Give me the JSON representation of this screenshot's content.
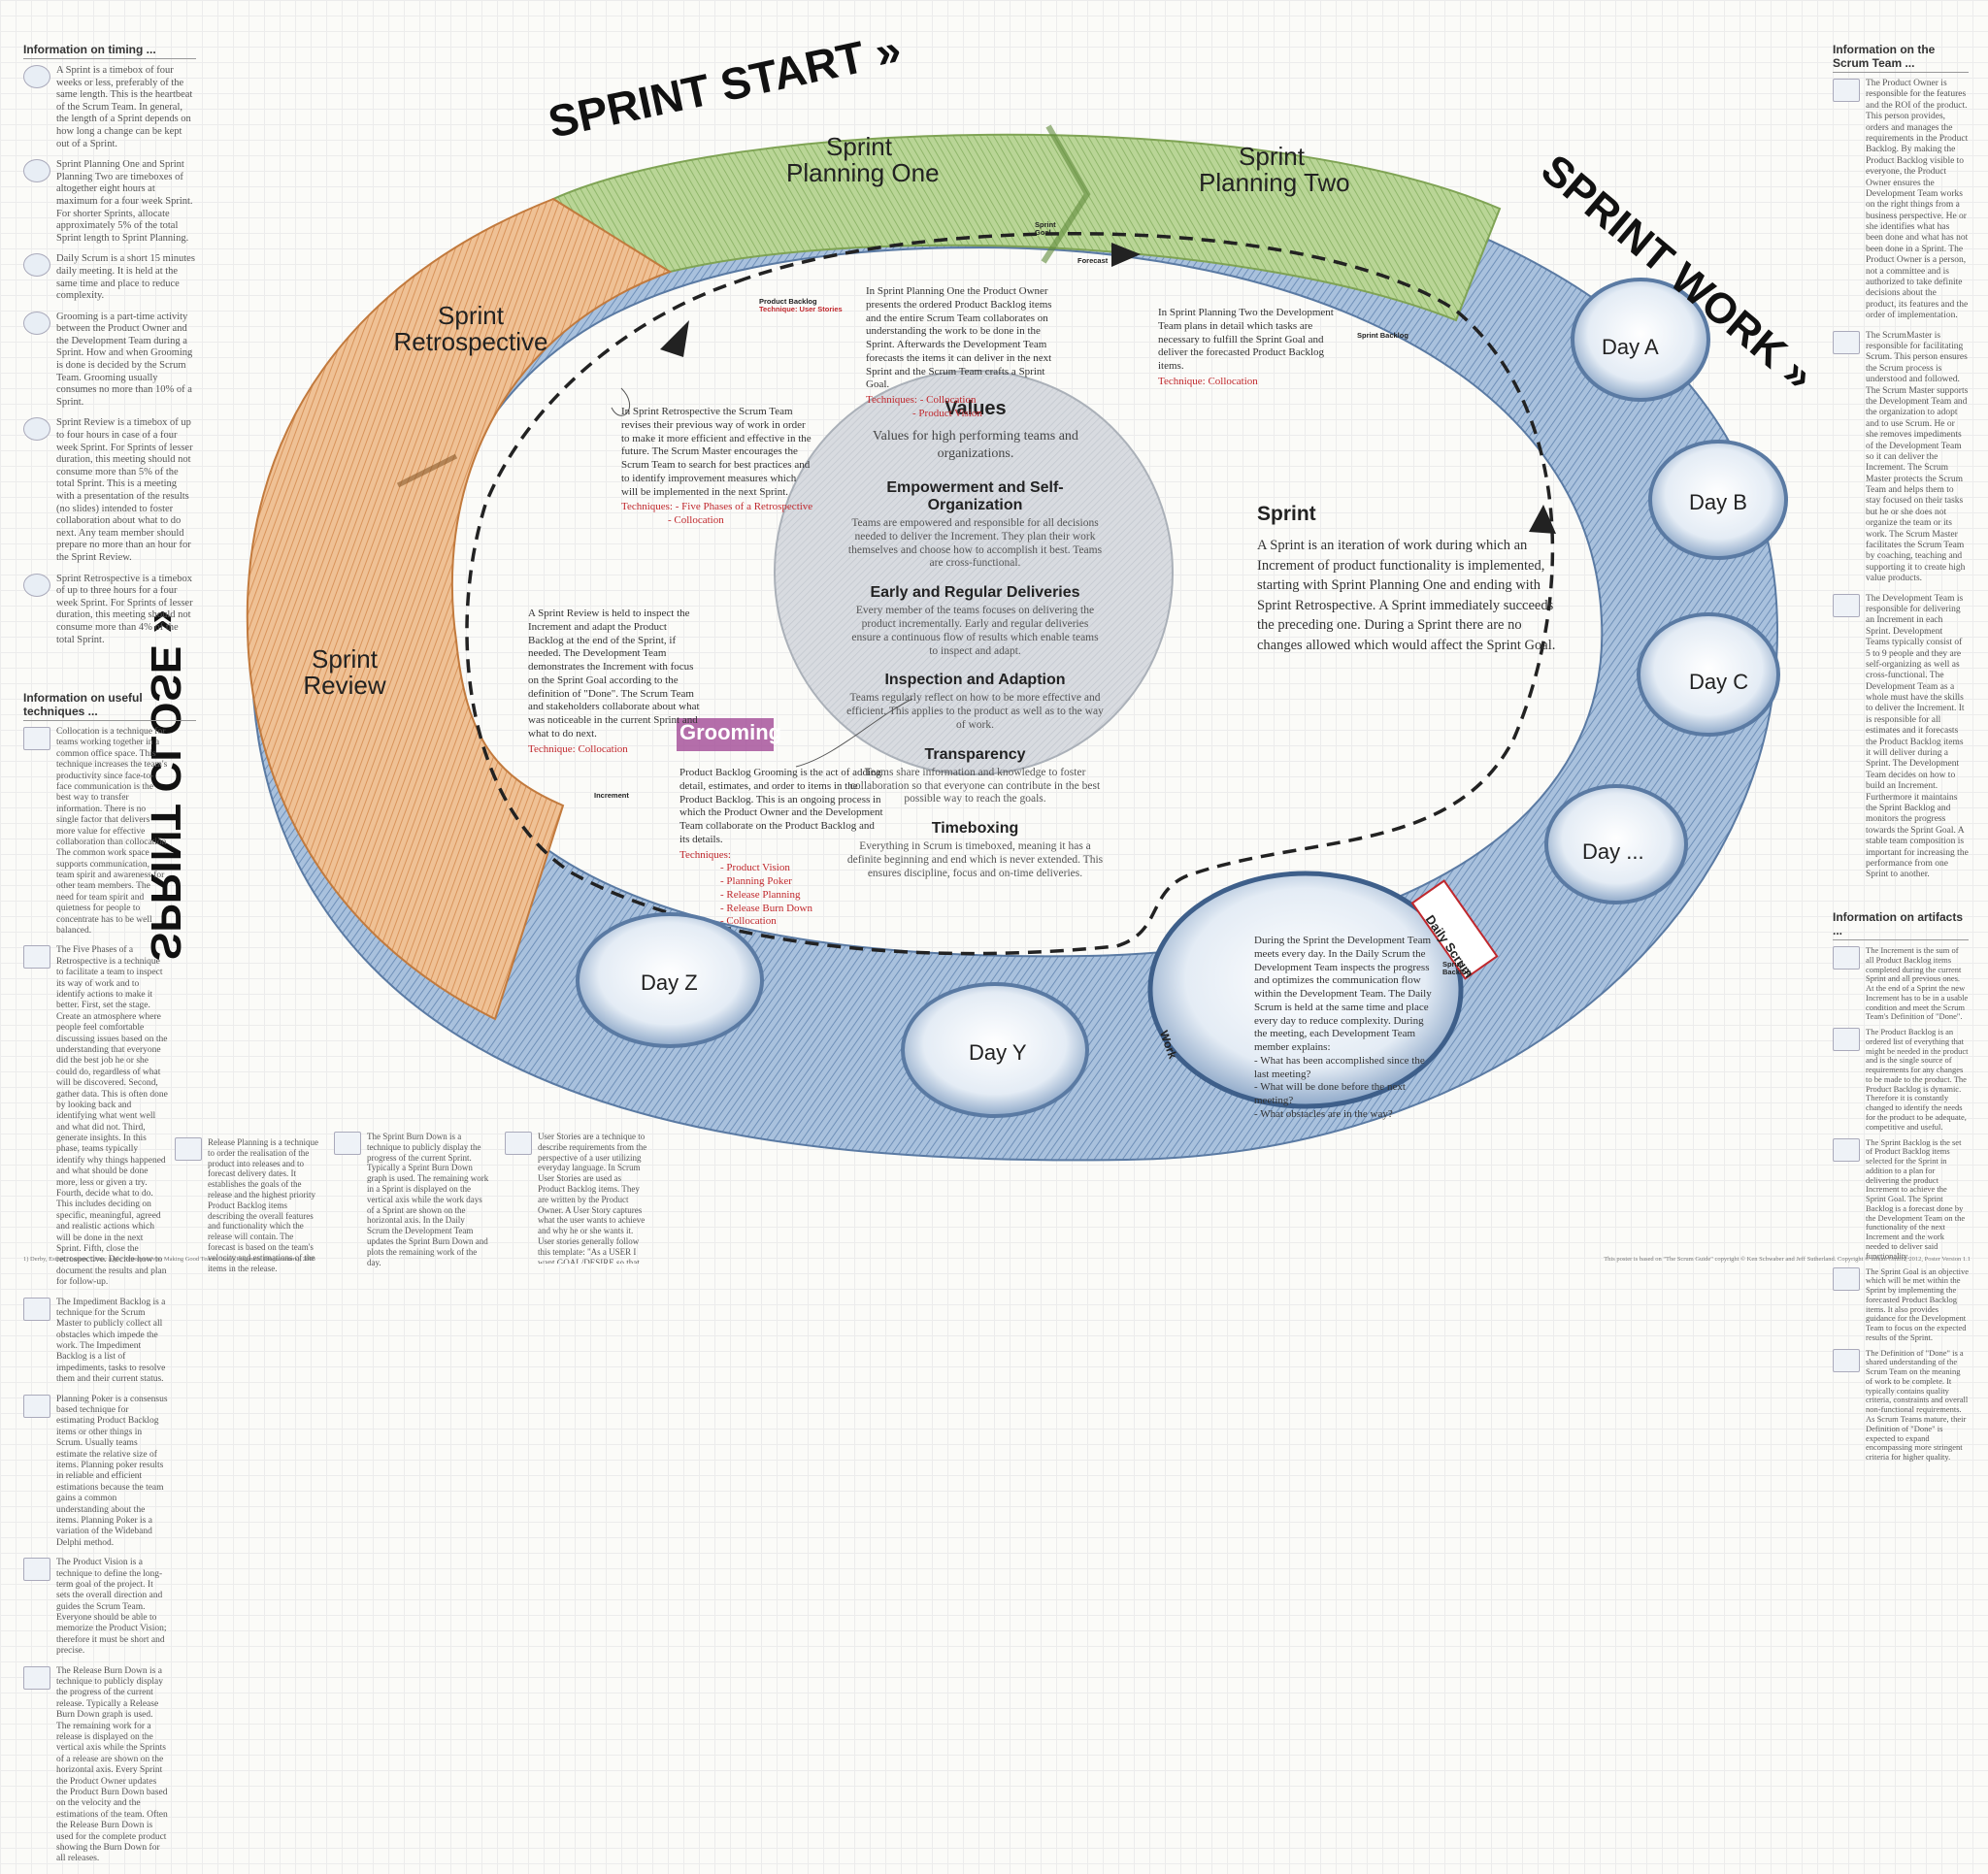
{
  "phases": {
    "sprint_start": "SPRINT START »",
    "sprint_work": "SPRINT WORK »",
    "sprint_close": "SPRINT CLOSE »",
    "planning_one": "Sprint\nPlanning One",
    "planning_two": "Sprint\nPlanning Two",
    "retrospective": "Sprint\nRetrospective",
    "review": "Sprint\nReview",
    "grooming": "Grooming"
  },
  "days": [
    "Day A",
    "Day B",
    "Day C",
    "Day ...",
    "Day Y",
    "Day Z"
  ],
  "small_labels": {
    "product_backlog": "Product Backlog",
    "technique_user_stories": "Technique: User Stories",
    "sprint_goal": "Sprint Goal",
    "forecast": "Forecast",
    "sprint_backlog": "Sprint Backlog",
    "sprint_backlog_2": "Sprint Backlog",
    "increment": "Increment",
    "daily_scrum": "Daily Scrum",
    "work": "Work"
  },
  "values": {
    "heading": "Values",
    "sub": "Values for high performing teams and organizations.",
    "items": [
      {
        "title": "Empowerment and Self-Organization",
        "text": "Teams are empowered and responsible for all decisions needed to deliver the Increment. They plan their work themselves and choose how to accomplish it best. Teams are cross-functional."
      },
      {
        "title": "Early and Regular Deliveries",
        "text": "Every member of the teams focuses on delivering the product incrementally. Early and regular deliveries ensure a continuous flow of results which enable teams to inspect and adapt."
      },
      {
        "title": "Inspection and Adaption",
        "text": "Teams regularly reflect on how to be more effective and efficient. This applies to the product as well as to the way of work."
      },
      {
        "title": "Transparency",
        "text": "Teams share information and knowledge to foster collaboration so that everyone can contribute in the best possible way to reach the goals."
      },
      {
        "title": "Timeboxing",
        "text": "Everything in Scrum is timeboxed, meaning it has a definite beginning and end which is never extended. This ensures discipline, focus and on-time deliveries."
      }
    ]
  },
  "sprint": {
    "title": "Sprint",
    "text": "A Sprint is an iteration of work during which an Increment of product functionality is implemented, starting with Sprint Planning One and ending with Sprint Retrospective. A Sprint immediately succeeds the preceding one. During a Sprint there are no changes allowed which would affect the Sprint Goal."
  },
  "annotations": {
    "planning_one": {
      "title": "Sprint Planning One",
      "text": "In Sprint Planning One the Product Owner presents the ordered Product Backlog items and the entire Scrum Team collaborates on understanding the work to be done in the Sprint. Afterwards the Development Team forecasts the items it can deliver in the next Sprint and the Scrum Team crafts a Sprint Goal.",
      "tech_label": "Techniques:",
      "techniques": [
        "- Collocation",
        "- Product Vision"
      ]
    },
    "planning_two": {
      "title": "Sprint Planning Two",
      "text": "In Sprint Planning Two the Development Team plans in detail which tasks are necessary to fulfill the Sprint Goal and deliver the forecasted Product Backlog items.",
      "tech_label": "Technique:",
      "techniques": [
        "Collocation"
      ]
    },
    "retrospective": {
      "title": "Sprint Retrospective",
      "text": "In Sprint Retrospective the Scrum Team revises their previous way of work in order to make it more efficient and effective in the future. The Scrum Master encourages the Scrum Team to search for best practices and to identify improvement measures which will be implemented in the next Sprint.",
      "tech_label": "Techniques:",
      "techniques": [
        "- Five Phases of a Retrospective",
        "- Collocation"
      ]
    },
    "review": {
      "title": "Sprint Review",
      "text": "A Sprint Review is held to inspect the Increment and adapt the Product Backlog at the end of the Sprint, if needed. The Development Team demonstrates the Increment with focus on the Sprint Goal according to the definition of \"Done\". The Scrum Team and stakeholders collaborate about what was noticeable in the current Sprint and what to do next.",
      "tech_label": "Technique:",
      "techniques": [
        "Collocation"
      ]
    },
    "grooming": {
      "title": "Product Backlog Grooming",
      "text": "Product Backlog Grooming is the act of adding detail, estimates, and order to items in the Product Backlog. This is an ongoing process in which the Product Owner and the Development Team collaborate on the Product Backlog and its details.",
      "tech_label": "Techniques:",
      "techniques": [
        "- Product Vision",
        "- Planning Poker",
        "- Release Planning",
        "- Release Burn Down",
        "- Collocation"
      ]
    },
    "daily_scrum": {
      "text": "During the Sprint the Development Team meets every day. In the Daily Scrum the Development Team inspects the progress and optimizes the communication flow within the Development Team. The Daily Scrum is held at the same time and place every day to reduce complexity. During the meeting, each Development Team member explains:",
      "bullets": [
        "- What has been accomplished since the last meeting?",
        "- What will be done before the next meeting?",
        "- What obstacles are in the way?"
      ]
    }
  },
  "left_timing": {
    "heading": "Information on timing ...",
    "items": [
      "A Sprint is a timebox of four weeks or less, preferably of the same length. This is the heartbeat of the Scrum Team. In general, the length of a Sprint depends on how long a change can be kept out of a Sprint.",
      "Sprint Planning One and Sprint Planning Two are timeboxes of altogether eight hours at maximum for a four week Sprint. For shorter Sprints, allocate approximately 5% of the total Sprint length to Sprint Planning.",
      "Daily Scrum is a short 15 minutes daily meeting. It is held at the same time and place to reduce complexity.",
      "Grooming is a part-time activity between the Product Owner and the Development Team during a Sprint. How and when Grooming is done is decided by the Scrum Team. Grooming usually consumes no more than 10% of a Sprint.",
      "Sprint Review is a timebox of up to four hours in case of a four week Sprint. For Sprints of lesser duration, this meeting should not consume more than 5% of the total Sprint. This is a meeting with a presentation of the results (no slides) intended to foster collaboration about what to do next. Any team member should prepare no more than an hour for the Sprint Review.",
      "Sprint Retrospective is a timebox of up to three hours for a four week Sprint. For Sprints of lesser duration, this meeting should not consume more than 4% of the total Sprint."
    ]
  },
  "left_techniques": {
    "heading": "Information on useful techniques ...",
    "items": [
      "Collocation is a technique for teams working together in a common office space. This technique increases the team's productivity since face-to-face communication is the best way to transfer information. There is no single factor that delivers more value for effective collaboration than collocation. The common work space supports communication, team spirit and awareness for other team members. The need for team spirit and quietness for people to concentrate has to be well balanced.",
      "The Five Phases of a Retrospective is a technique to facilitate a team to inspect its way of work and to identify actions to make it better. First, set the stage. Create an atmosphere where people feel comfortable discussing issues based on the understanding that everyone did the best job he or she could do, regardless of what will be discovered. Second, gather data. This is often done by looking back and identifying what went well and what did not. Third, generate insights. In this phase, teams typically identify why things happened and what should be done more, less or given a try. Fourth, decide what to do. This includes deciding on specific, meaningful, agreed and realistic actions which will be done in the next Sprint. Fifth, close the retrospective. Decide how to document the results and plan for follow-up.",
      "The Impediment Backlog is a technique for the Scrum Master to publicly collect all obstacles which impede the work. The Impediment Backlog is a list of impediments, tasks to resolve them and their current status.",
      "Planning Poker is a consensus based technique for estimating Product Backlog items or other things in Scrum. Usually teams estimate the relative size of items. Planning poker results in reliable and efficient estimations because the team gains a common understanding about the items. Planning Poker is a variation of the Wideband Delphi method.",
      "The Product Vision is a technique to define the long-term goal of the project. It sets the overall direction and guides the Scrum Team. Everyone should be able to memorize the Product Vision; therefore it must be short and precise.",
      "The Release Burn Down is a technique to publicly display the progress of the current release. Typically a Release Burn Down graph is used. The remaining work for a release is displayed on the vertical axis while the Sprints of a release are shown on the horizontal axis. Every Sprint the Product Owner updates the Product Burn Down based on the velocity and the estimations of the team. Often the Release Burn Down is used for the complete product showing the Burn Down for all releases."
    ]
  },
  "bottom_techniques": [
    "Release Planning is a technique to order the realisation of the product into releases and to forecast delivery dates. It establishes the goals of the release and the highest priority Product Backlog items describing the overall features and functionality which the release will contain. The forecast is based on the team's velocity and estimations of the items in the release.",
    "The Sprint Burn Down is a technique to publicly display the progress of the current Sprint. Typically a Sprint Burn Down graph is used. The remaining work in a Sprint is displayed on the vertical axis while the work days of a Sprint are shown on the horizontal axis. In the Daily Scrum the Development Team updates the Sprint Burn Down and plots the remaining work of the day.",
    "User Stories are a technique to describe requirements from the perspective of a user utilizing everyday language. In Scrum User Stories are used as Product Backlog items. They are written by the Product Owner. A User Story captures what the user wants to achieve and why he or she wants it. User stories generally follow this template: \"As a USER I want GOAL/DESIRE so that BENEFIT.\" A User Story should be short and precise and fit on a small note card. User Stories provide a simple and easy way of handling customer requirements which can be product or service requirements. The intention of User Stories is to quickly capture the requirements and to iteratively refine and break them down."
  ],
  "right_team": {
    "heading": "Information on the Scrum Team ...",
    "items": [
      "The Product Owner is responsible for the features and the ROI of the product. This person provides, orders and manages the requirements in the Product Backlog. By making the Product Backlog visible to everyone, the Product Owner ensures the Development Team works on the right things from a business perspective. He or she identifies what has been done and what has not been done in a Sprint. The Product Owner is a person, not a committee and is authorized to take definite decisions about the product, its features and the order of implementation.",
      "The ScrumMaster is responsible for facilitating Scrum. This person ensures the Scrum process is understood and followed. The Scrum Master supports the Development Team and the organization to adopt and to use Scrum. He or she removes impediments of the Development Team so it can deliver the Increment. The Scrum Master protects the Scrum Team and helps them to stay focused on their tasks but he or she does not organize the team or its work. The Scrum Master facilitates the Scrum Team by coaching, teaching and supporting it to create high value products.",
      "The Development Team is responsible for delivering an Increment in each Sprint. Development Teams typically consist of 5 to 9 people and they are self-organizing as well as cross-functional. The Development Team as a whole must have the skills to deliver the Increment. It is responsible for all estimates and it forecasts the Product Backlog items it will deliver during a Sprint. The Development Team decides on how to build an Increment. Furthermore it maintains the Sprint Backlog and monitors the progress towards the Sprint Goal. A stable team composition is important for increasing the performance from one Sprint to another."
    ]
  },
  "right_artifacts": {
    "heading": "Information on artifacts ...",
    "items": [
      "The Increment is the sum of all Product Backlog items completed during the current Sprint and all previous ones. At the end of a Sprint the new Increment has to be in a usable condition and meet the Scrum Team's Definition of \"Done\".",
      "The Product Backlog is an ordered list of everything that might be needed in the product and is the single source of requirements for any changes to be made to the product. The Product Backlog is dynamic. Therefore it is constantly changed to identify the needs for the product to be adequate, competitive and useful.",
      "The Sprint Backlog is the set of Product Backlog items selected for the Sprint in addition to a plan for delivering the product Increment to achieve the Sprint Goal. The Sprint Backlog is a forecast done by the Development Team on the functionality of the next Increment and the work needed to deliver said functionality.",
      "The Sprint Goal is an objective which will be met within the Sprint by implementing the forecasted Product Backlog items. It also provides guidance for the Development Team to focus on the expected results of the Sprint.",
      "The Definition of \"Done\" is a shared understanding of the Scrum Team on the meaning of work to be complete. It typically contains quality criteria, constraints and overall non-functional requirements. As Scrum Teams mature, their Definition of \"Done\" is expected to expand encompassing more stringent criteria for higher quality."
    ]
  },
  "footer_left": "1) Derby, Esther / Larsen, Diana: Agile Retrospectives. Making Good Teams Great (Pragmatic Programmers), 2006",
  "footer_right": "This poster is based on \"The Scrum Guide\" copyright © Ken Schwaber and Jeff Sutherland. Copyright © mikan GmbH, 2012, Poster Version 1.1"
}
